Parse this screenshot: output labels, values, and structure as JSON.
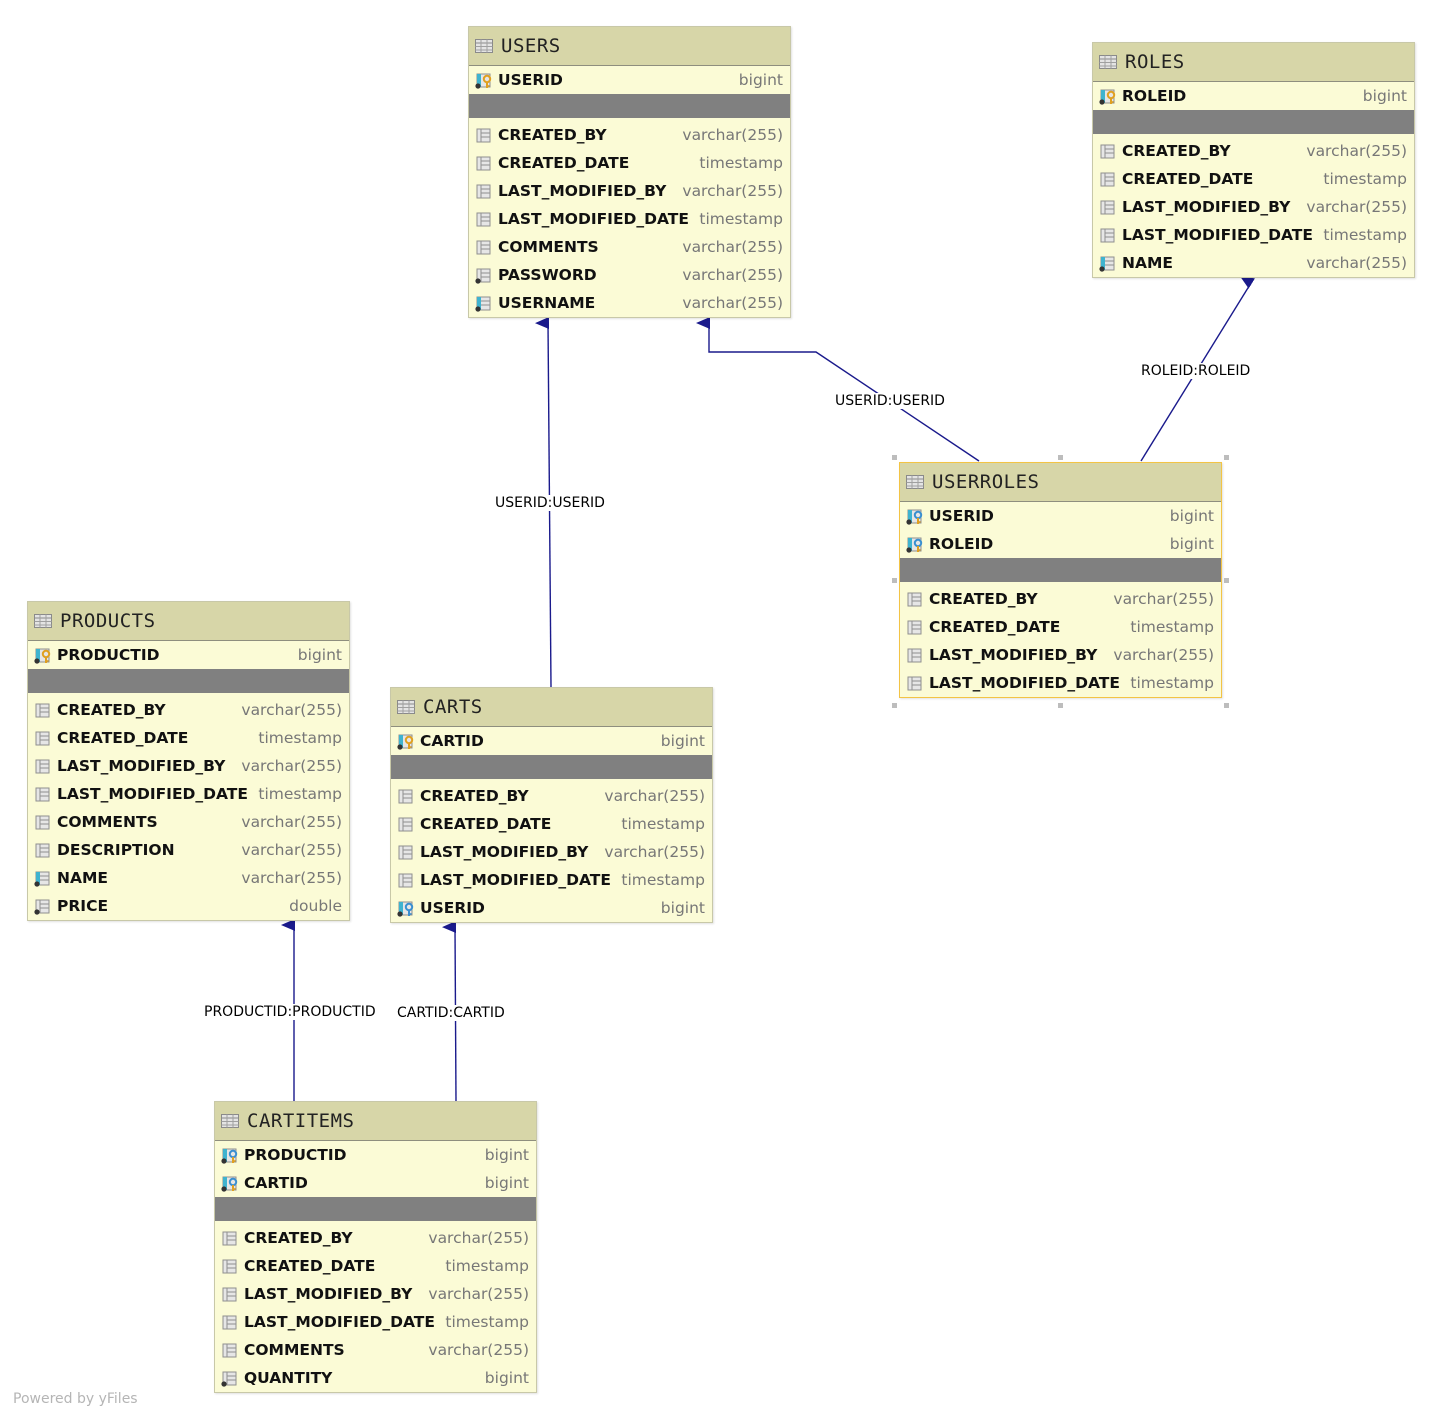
{
  "footer": "Powered by yFiles",
  "colors": {
    "edge": "#1a1a8c",
    "table_body": "#fbfbd6",
    "table_header": "#d7d6a8",
    "separator": "#808080",
    "selection": "#f3c445"
  },
  "tables": {
    "users": {
      "title": "USERS",
      "keys": [
        {
          "name": "USERID",
          "type": "bigint",
          "icon": "primary-key-icon"
        }
      ],
      "columns": [
        {
          "name": "CREATED_BY",
          "type": "varchar(255)",
          "icon": "column-icon"
        },
        {
          "name": "CREATED_DATE",
          "type": "timestamp",
          "icon": "column-icon"
        },
        {
          "name": "LAST_MODIFIED_BY",
          "type": "varchar(255)",
          "icon": "column-icon"
        },
        {
          "name": "LAST_MODIFIED_DATE",
          "type": "timestamp",
          "icon": "column-icon"
        },
        {
          "name": "COMMENTS",
          "type": "varchar(255)",
          "icon": "column-icon"
        },
        {
          "name": "PASSWORD",
          "type": "varchar(255)",
          "icon": "not-null-column-icon"
        },
        {
          "name": "USERNAME",
          "type": "varchar(255)",
          "icon": "unique-column-icon"
        }
      ]
    },
    "roles": {
      "title": "ROLES",
      "keys": [
        {
          "name": "ROLEID",
          "type": "bigint",
          "icon": "primary-key-icon"
        }
      ],
      "columns": [
        {
          "name": "CREATED_BY",
          "type": "varchar(255)",
          "icon": "column-icon"
        },
        {
          "name": "CREATED_DATE",
          "type": "timestamp",
          "icon": "column-icon"
        },
        {
          "name": "LAST_MODIFIED_BY",
          "type": "varchar(255)",
          "icon": "column-icon"
        },
        {
          "name": "LAST_MODIFIED_DATE",
          "type": "timestamp",
          "icon": "column-icon"
        },
        {
          "name": "NAME",
          "type": "varchar(255)",
          "icon": "unique-column-icon"
        }
      ]
    },
    "userroles": {
      "title": "USERROLES",
      "keys": [
        {
          "name": "USERID",
          "type": "bigint",
          "icon": "foreign-primary-key-icon"
        },
        {
          "name": "ROLEID",
          "type": "bigint",
          "icon": "foreign-primary-key-icon"
        }
      ],
      "columns": [
        {
          "name": "CREATED_BY",
          "type": "varchar(255)",
          "icon": "column-icon"
        },
        {
          "name": "CREATED_DATE",
          "type": "timestamp",
          "icon": "column-icon"
        },
        {
          "name": "LAST_MODIFIED_BY",
          "type": "varchar(255)",
          "icon": "column-icon"
        },
        {
          "name": "LAST_MODIFIED_DATE",
          "type": "timestamp",
          "icon": "column-icon"
        }
      ]
    },
    "products": {
      "title": "PRODUCTS",
      "keys": [
        {
          "name": "PRODUCTID",
          "type": "bigint",
          "icon": "primary-key-icon"
        }
      ],
      "columns": [
        {
          "name": "CREATED_BY",
          "type": "varchar(255)",
          "icon": "column-icon"
        },
        {
          "name": "CREATED_DATE",
          "type": "timestamp",
          "icon": "column-icon"
        },
        {
          "name": "LAST_MODIFIED_BY",
          "type": "varchar(255)",
          "icon": "column-icon"
        },
        {
          "name": "LAST_MODIFIED_DATE",
          "type": "timestamp",
          "icon": "column-icon"
        },
        {
          "name": "COMMENTS",
          "type": "varchar(255)",
          "icon": "column-icon"
        },
        {
          "name": "DESCRIPTION",
          "type": "varchar(255)",
          "icon": "column-icon"
        },
        {
          "name": "NAME",
          "type": "varchar(255)",
          "icon": "unique-column-icon"
        },
        {
          "name": "PRICE",
          "type": "double",
          "icon": "not-null-column-icon"
        }
      ]
    },
    "carts": {
      "title": "CARTS",
      "keys": [
        {
          "name": "CARTID",
          "type": "bigint",
          "icon": "primary-key-icon"
        }
      ],
      "columns": [
        {
          "name": "CREATED_BY",
          "type": "varchar(255)",
          "icon": "column-icon"
        },
        {
          "name": "CREATED_DATE",
          "type": "timestamp",
          "icon": "column-icon"
        },
        {
          "name": "LAST_MODIFIED_BY",
          "type": "varchar(255)",
          "icon": "column-icon"
        },
        {
          "name": "LAST_MODIFIED_DATE",
          "type": "timestamp",
          "icon": "column-icon"
        },
        {
          "name": "USERID",
          "type": "bigint",
          "icon": "foreign-key-icon"
        }
      ]
    },
    "cartitems": {
      "title": "CARTITEMS",
      "keys": [
        {
          "name": "PRODUCTID",
          "type": "bigint",
          "icon": "foreign-primary-key-icon"
        },
        {
          "name": "CARTID",
          "type": "bigint",
          "icon": "foreign-primary-key-icon"
        }
      ],
      "columns": [
        {
          "name": "CREATED_BY",
          "type": "varchar(255)",
          "icon": "column-icon"
        },
        {
          "name": "CREATED_DATE",
          "type": "timestamp",
          "icon": "column-icon"
        },
        {
          "name": "LAST_MODIFIED_BY",
          "type": "varchar(255)",
          "icon": "column-icon"
        },
        {
          "name": "LAST_MODIFIED_DATE",
          "type": "timestamp",
          "icon": "column-icon"
        },
        {
          "name": "COMMENTS",
          "type": "varchar(255)",
          "icon": "column-icon"
        },
        {
          "name": "QUANTITY",
          "type": "bigint",
          "icon": "not-null-column-icon"
        }
      ]
    }
  },
  "relations": [
    {
      "id": "carts_users",
      "label": "USERID:USERID",
      "from": "CARTS",
      "to": "USERS"
    },
    {
      "id": "userroles_users",
      "label": "USERID:USERID",
      "from": "USERROLES",
      "to": "USERS"
    },
    {
      "id": "userroles_roles",
      "label": "ROLEID:ROLEID",
      "from": "USERROLES",
      "to": "ROLES"
    },
    {
      "id": "cartitems_products",
      "label": "PRODUCTID:PRODUCTID",
      "from": "CARTITEMS",
      "to": "PRODUCTS"
    },
    {
      "id": "cartitems_carts",
      "label": "CARTID:CARTID",
      "from": "CARTITEMS",
      "to": "CARTS"
    }
  ]
}
